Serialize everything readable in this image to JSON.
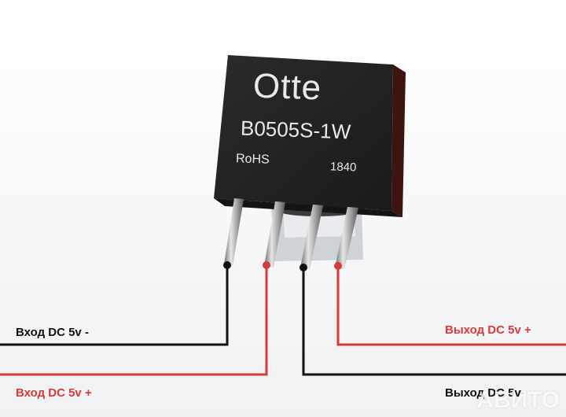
{
  "chip": {
    "brand": "Otte",
    "model": "B0505S-1W",
    "certification": "RoHS",
    "date_code": "1840"
  },
  "labels": {
    "input_negative": "Вход DC 5v -",
    "input_positive": "Вход DC 5v +",
    "output_positive": "Выход DC 5v +",
    "output_negative": "Выход DC 5v-"
  },
  "watermark": "АВИТО",
  "colors": {
    "wire_positive": "#d63a3a",
    "wire_negative": "#111111",
    "chip_body": "#2a2a2a"
  }
}
